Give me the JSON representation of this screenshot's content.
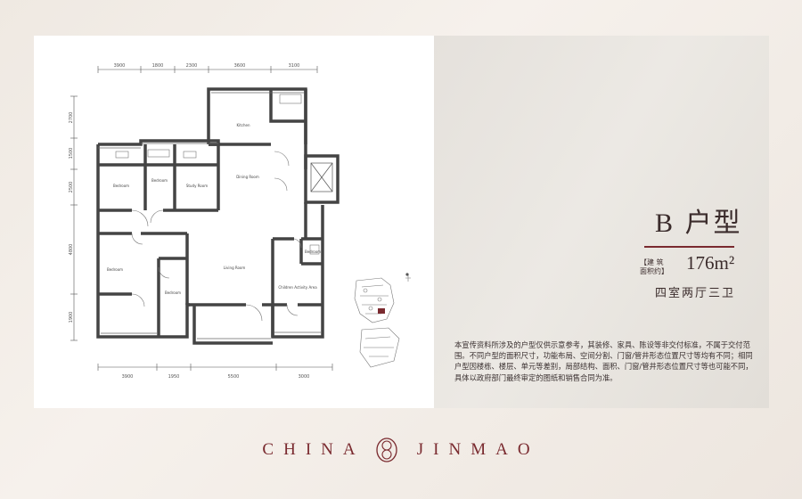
{
  "unit": {
    "letter": "B",
    "type_label": "户型",
    "area_label_line1": "【建 筑",
    "area_label_line2": "面积约】",
    "area_value": "176",
    "area_unit": "m²",
    "rooms": "四室两厅三卫"
  },
  "disclaimer": "本宣传资料所涉及的户型仅供示意参考，其装修、家具、陈设等非交付标准，不属于交付范围。不同户型的面积尺寸，功能布局、空间分割、门窗/管井形态位置尺寸等均有不同；相同户型因楼栋、楼层、单元等差别，局部结构、面积、门窗/管井形态位置尺寸等也可能不同，具体以政府部门最终审定的图纸和销售合同为准。",
  "brand": {
    "left": "CHINA",
    "right": "JINMAO"
  },
  "plan": {
    "dims_top": [
      "3900",
      "1800",
      "2300",
      "3600",
      "3100"
    ],
    "dims_bottom": [
      "3900",
      "1950",
      "5500",
      "3000"
    ],
    "dims_left": [
      "2700",
      "1500",
      "2500",
      "4800",
      "1900"
    ],
    "rooms": {
      "kitchen": "Kitchen",
      "dining": "Dining Room",
      "living": "Living Room",
      "bed1": "Bedroom",
      "bed2": "Bedroom",
      "bed3": "Bedroom",
      "bed4": "Bedroom",
      "bed5": "Bedroom",
      "study": "Study Room",
      "children": "Children Activity Area"
    }
  }
}
